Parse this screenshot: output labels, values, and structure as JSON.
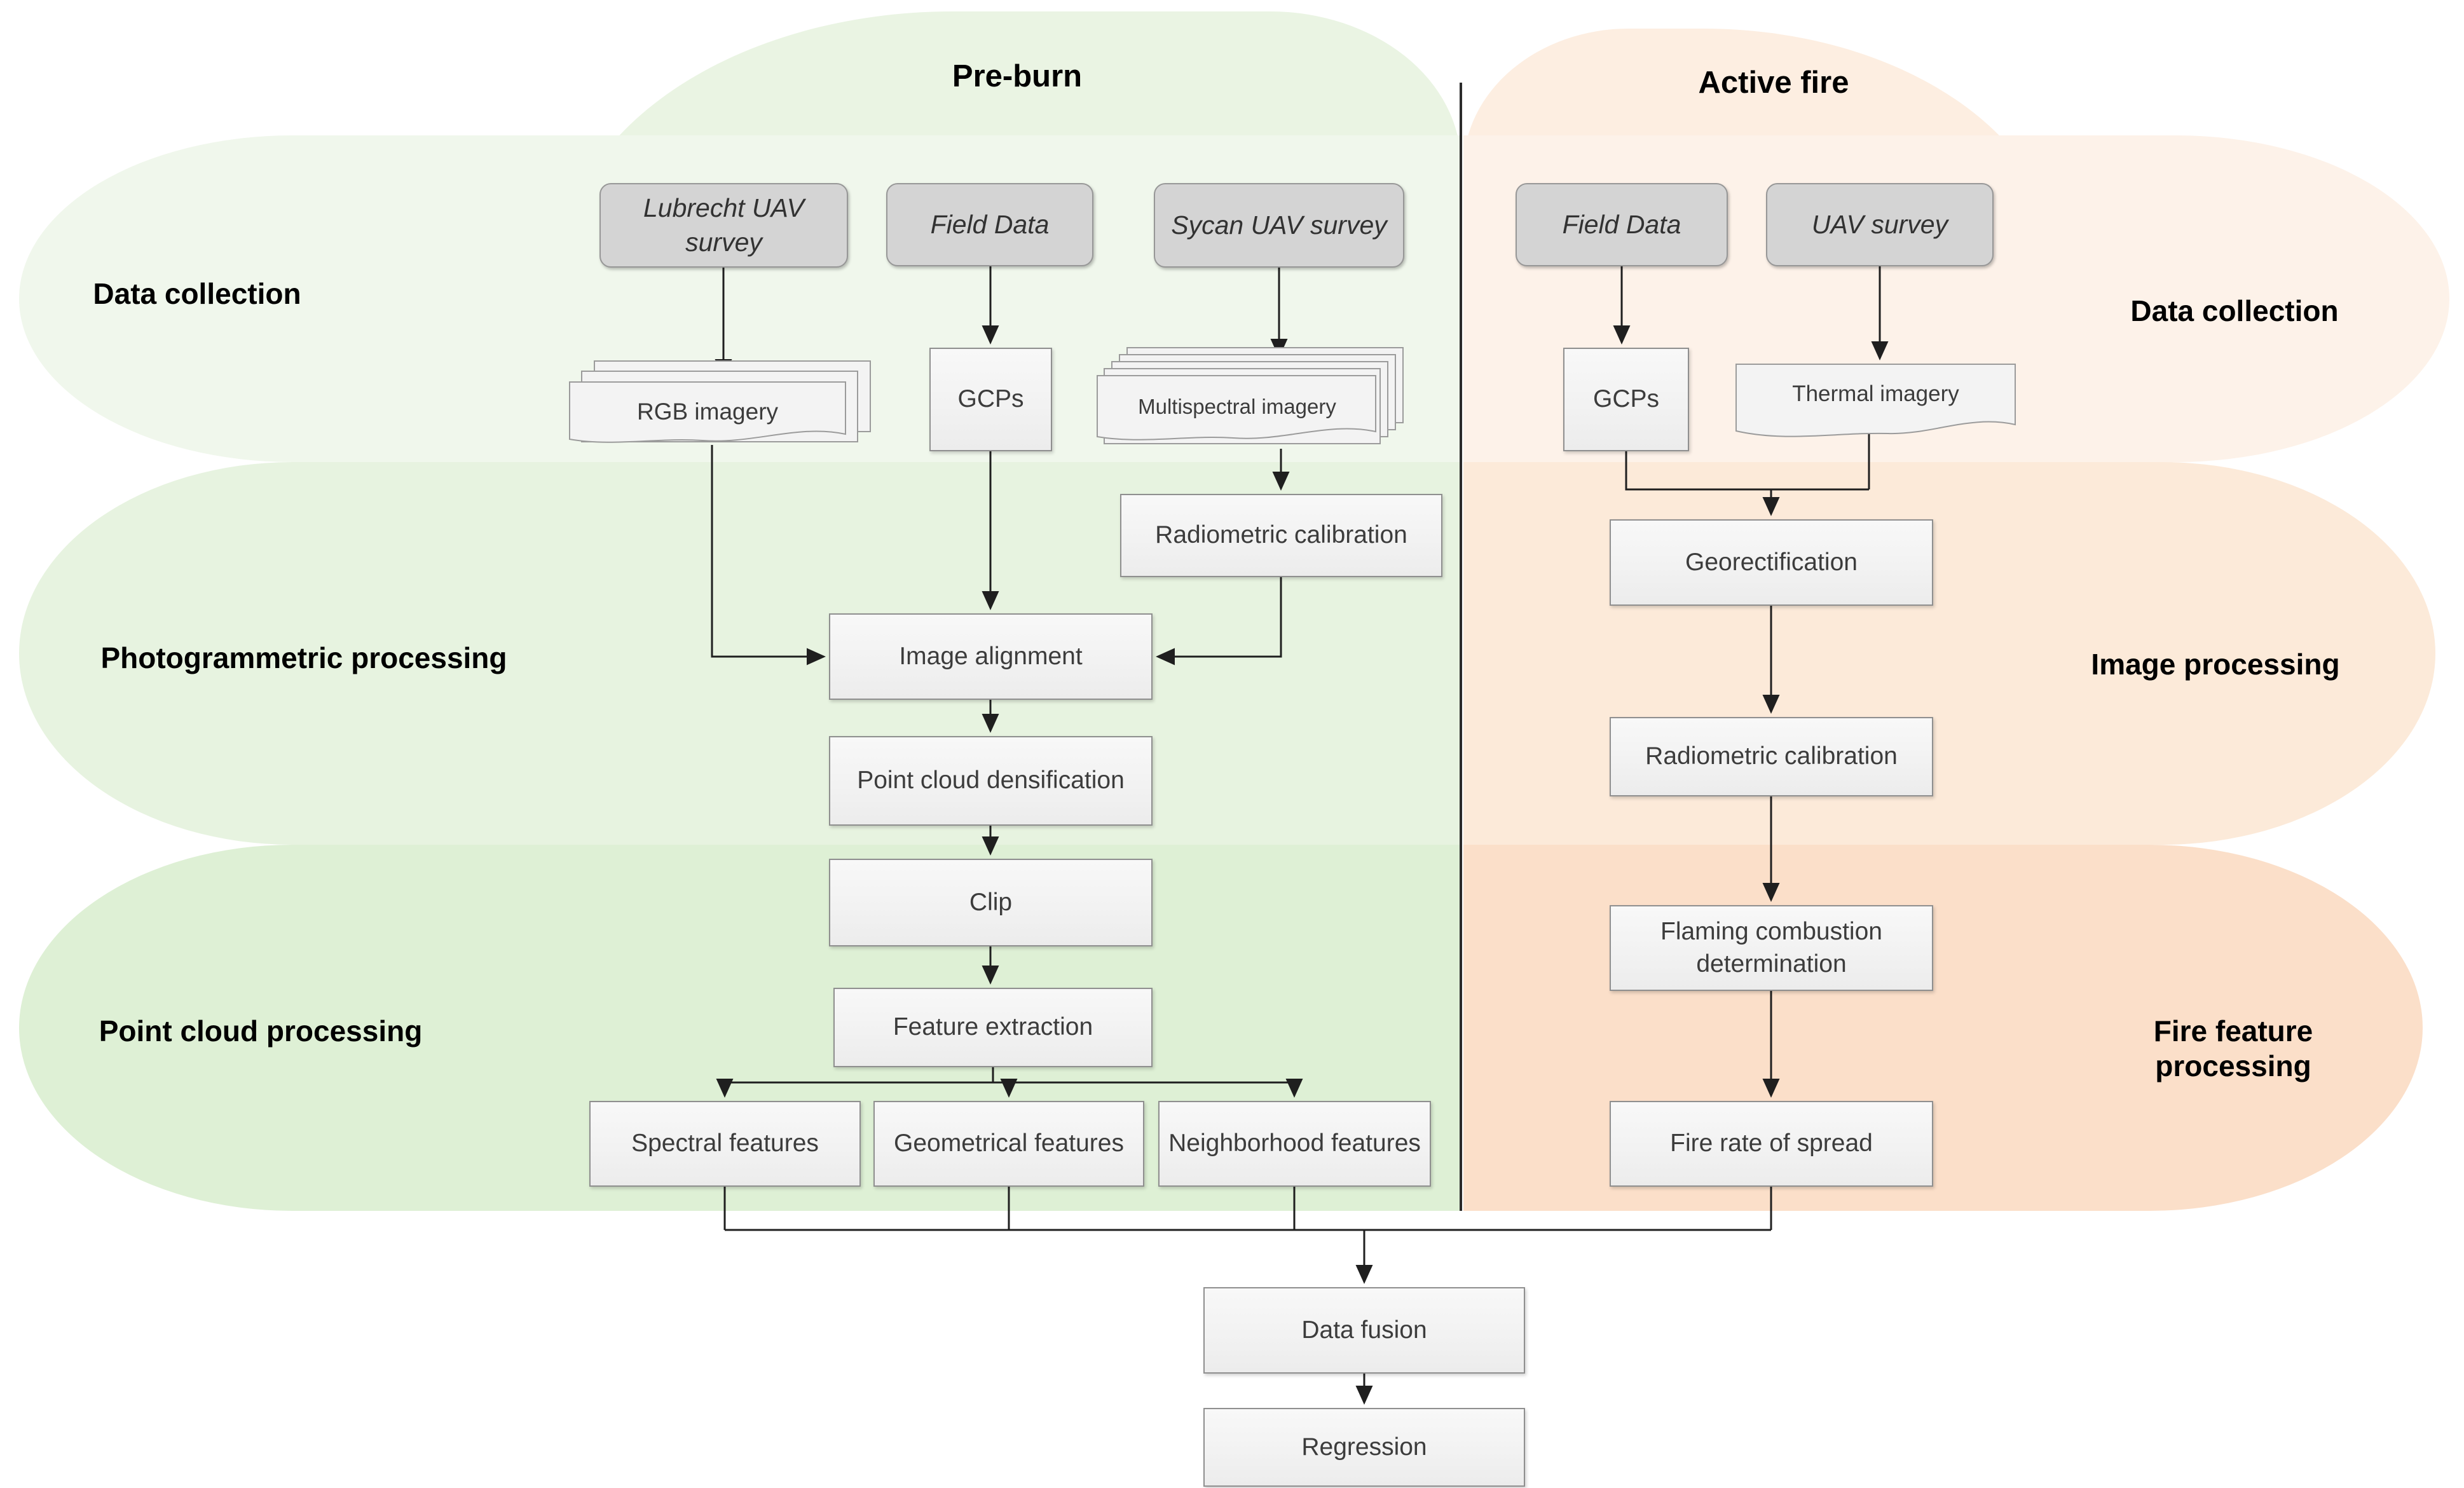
{
  "headers": {
    "preburn": "Pre-burn",
    "active_fire": "Active fire"
  },
  "stages": {
    "left": [
      "Data collection",
      "Photogrammetric processing",
      "Point cloud processing"
    ],
    "right": [
      "Data collection",
      "Image processing",
      "Fire feature processing"
    ]
  },
  "nodes": {
    "lubrecht_uav_survey": "Lubrecht UAV survey",
    "field_data_preburn": "Field Data",
    "sycan_uav_survey": "Sycan UAV survey",
    "field_data_fire": "Field Data",
    "uav_survey_fire": "UAV survey",
    "rgb_imagery": "RGB imagery",
    "gcps_preburn": "GCPs",
    "multispectral_imagery": "Multispectral imagery",
    "gcps_fire": "GCPs",
    "thermal_imagery": "Thermal imagery",
    "radiometric_calibration_preburn": "Radiometric calibration",
    "georectification": "Georectification",
    "image_alignment": "Image alignment",
    "point_cloud_densification": "Point cloud densification",
    "radiometric_calibration_fire": "Radiometric calibration",
    "clip": "Clip",
    "feature_extraction": "Feature extraction",
    "flaming_combustion_determination": "Flaming combustion determination",
    "spectral_features": "Spectral features",
    "geometrical_features": "Geometrical features",
    "neighborhood_features": "Neighborhood features",
    "fire_rate_of_spread": "Fire rate of spread",
    "data_fusion": "Data fusion",
    "regression": "Regression"
  },
  "colors": {
    "green_dome": "#eaf4e3",
    "green_band1": "#f0f7ec",
    "green_band2": "#e7f3e0",
    "green_band3": "#def0d5",
    "peach_dome": "#fdeee1",
    "peach_band1": "#fdf2e9",
    "peach_band2": "#fcead9",
    "peach_band3": "#fbdfc9",
    "node_fill": "#f3f3f3",
    "node_border": "#8f8f8f",
    "input_fill": "#d4d4d4",
    "input_border": "#979797",
    "divider": "#2b2b2b",
    "edge": "#1f1f1f",
    "text": "#3c3c3c",
    "label": "#000000"
  }
}
